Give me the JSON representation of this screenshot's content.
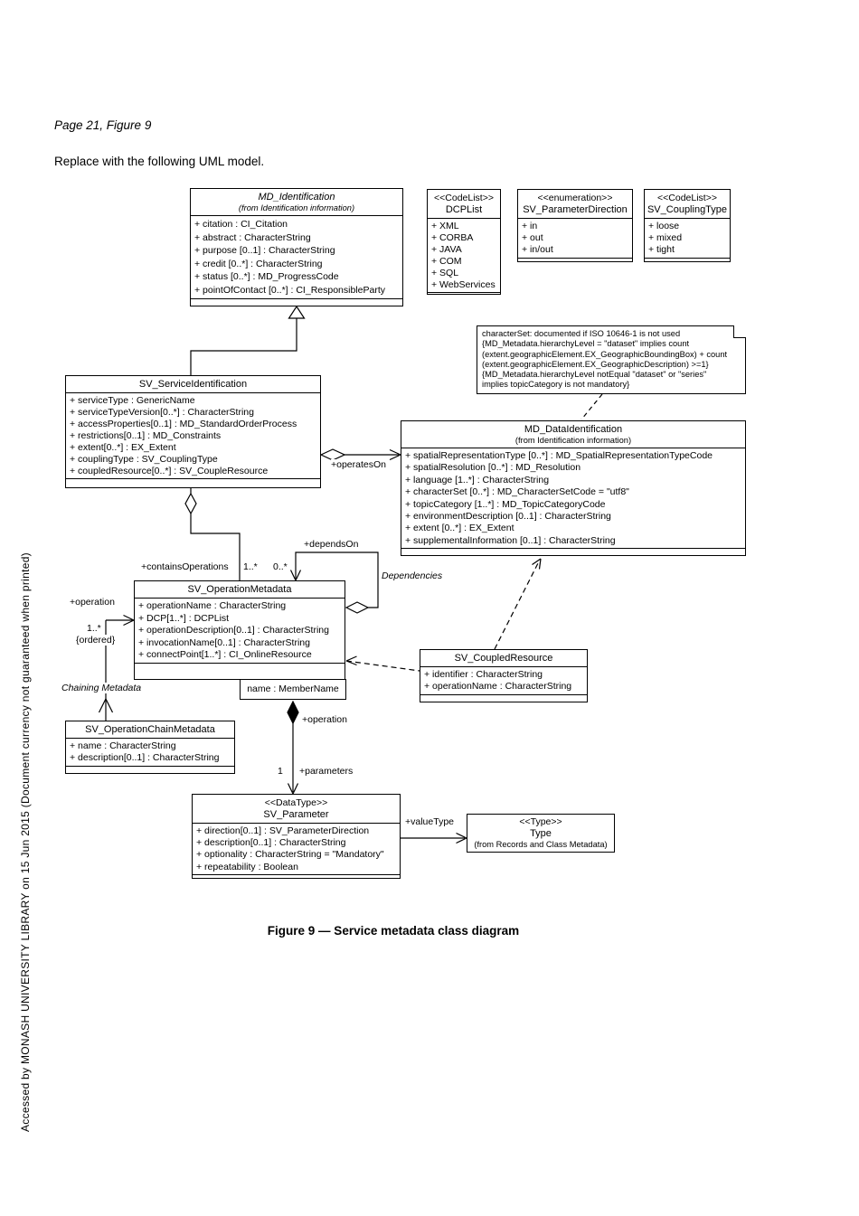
{
  "page": {
    "annotation_line": "Page 21, Figure 9",
    "instruction_line": "Replace with the following UML model.",
    "caption": "Figure 9 — Service metadata class diagram",
    "sidebar_text": "Accessed by MONASH UNIVERSITY LIBRARY on 15 Jun 2015 (Document currency not guaranteed when printed)"
  },
  "classes": {
    "md_identification": {
      "name": "MD_Identification",
      "from": "(from Identification information)",
      "attributes": [
        "+ citation : CI_Citation",
        "+ abstract : CharacterString",
        "+ purpose [0..1] : CharacterString",
        "+ credit [0..*] : CharacterString",
        "+ status [0..*] : MD_ProgressCode",
        "+ pointOfContact [0..*] : CI_ResponsibleParty"
      ]
    },
    "dcp_list": {
      "stereotype": "<<CodeList>>",
      "name": "DCPList",
      "attributes": [
        "+ XML",
        "+ CORBA",
        "+ JAVA",
        "+ COM",
        "+ SQL",
        "+ WebServices"
      ]
    },
    "sv_parameter_direction": {
      "stereotype": "<<enumeration>>",
      "name": "SV_ParameterDirection",
      "attributes": [
        "+ in",
        "+ out",
        "+ in/out"
      ]
    },
    "sv_coupling_type": {
      "stereotype": "<<CodeList>>",
      "name": "SV_CouplingType",
      "attributes": [
        "+ loose",
        "+ mixed",
        "+ tight"
      ]
    },
    "sv_service_identification": {
      "name": "SV_ServiceIdentification",
      "attributes": [
        "+ serviceType : GenericName",
        "+ serviceTypeVersion[0..*] : CharacterString",
        "+ accessProperties[0..1] : MD_StandardOrderProcess",
        "+ restrictions[0..1] : MD_Constraints",
        "+ extent[0..*] : EX_Extent",
        "+ couplingType : SV_CouplingType",
        "+ coupledResource[0..*] : SV_CoupleResource"
      ]
    },
    "md_data_identification": {
      "name": "MD_DataIdentification",
      "from": "(from Identification information)",
      "attributes": [
        "+ spatialRepresentationType [0..*] : MD_SpatialRepresentationTypeCode",
        "+ spatialResolution [0..*] : MD_Resolution",
        "+ language [1..*] : CharacterString",
        "+ characterSet [0..*] : MD_CharacterSetCode = \"utf8\"",
        "+ topicCategory [1..*] : MD_TopicCategoryCode",
        "+ environmentDescription [0..1] : CharacterString",
        "+ extent [0..*] : EX_Extent",
        "+ supplementalInformation [0..1] : CharacterString"
      ]
    },
    "sv_operation_metadata": {
      "name": "SV_OperationMetadata",
      "attributes": [
        "+ operationName : CharacterString",
        "+ DCP[1..*] : DCPList",
        "+ operationDescription[0..1] : CharacterString",
        "+ invocationName[0..1] : CharacterString",
        "+ connectPoint[1..*] : CI_OnlineResource"
      ],
      "member_label": "name : MemberName"
    },
    "sv_coupled_resource": {
      "name": "SV_CoupledResource",
      "attributes": [
        "+ identifier : CharacterString",
        "+ operationName : CharacterString"
      ]
    },
    "sv_operation_chain_metadata": {
      "name": "SV_OperationChainMetadata",
      "attributes": [
        "+ name : CharacterString",
        "+ description[0..1] : CharacterString"
      ]
    },
    "sv_parameter": {
      "stereotype": "<<DataType>>",
      "name": "SV_Parameter",
      "attributes": [
        "+ direction[0..1] : SV_ParameterDirection",
        "+ description[0..1] : CharacterString",
        "+ optionality : CharacterString = \"Mandatory\"",
        "+ repeatability : Boolean"
      ]
    },
    "type_class": {
      "stereotype": "<<Type>>",
      "name": "Type",
      "from": "(from Records and Class Metadata)"
    }
  },
  "note": {
    "lines": [
      "characterSet: documented if ISO 10646-1 is not used",
      "{MD_Metadata.hierarchyLevel = \"dataset\" implies count",
      "(extent.geographicElement.EX_GeographicBoundingBox) + count",
      "(extent.geographicElement.EX_GeographicDescription) >=1}",
      "{MD_Metadata.hierarchyLevel notEqual \"dataset\" or \"series\"",
      "implies topicCategory is not mandatory}"
    ]
  },
  "labels": {
    "operates_on": "+operatesOn",
    "contains_operations": "+containsOperations",
    "contains_mult": "1..*",
    "depends_mult": "0..*",
    "depends_on": "+dependsOn",
    "dependencies": "Dependencies",
    "operation_left": "+operation",
    "operation_left_mult": "1..*",
    "ordered": "{ordered}",
    "chaining_metadata": "Chaining Metadata",
    "operation_bottom": "+operation",
    "parameters_mult": "1",
    "parameters": "+parameters",
    "value_type": "+valueType"
  }
}
